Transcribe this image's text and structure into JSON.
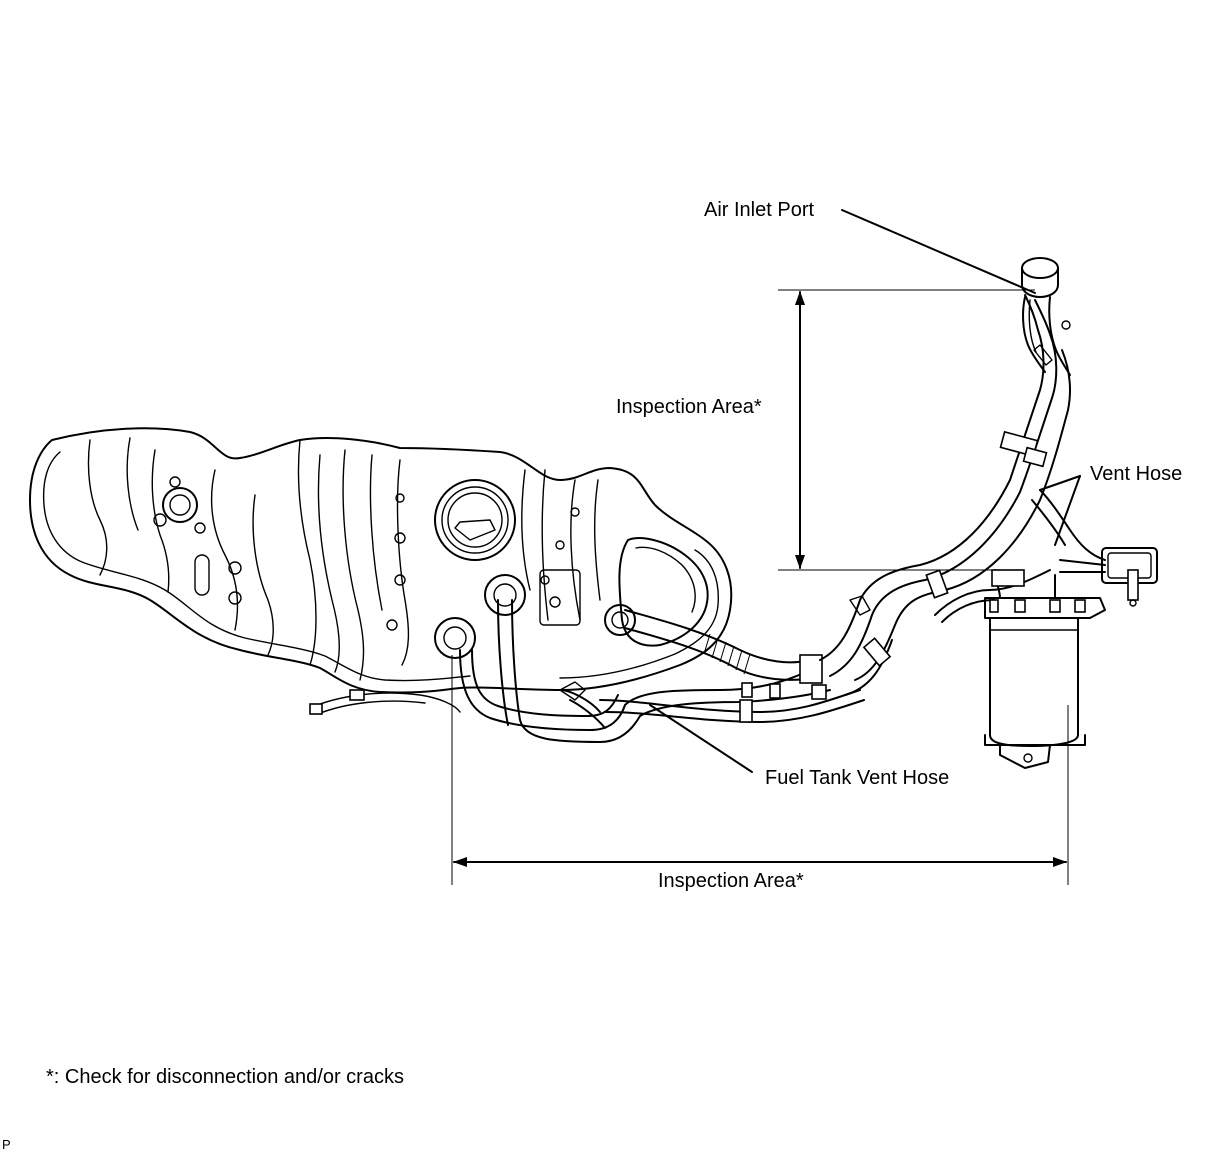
{
  "labels": {
    "air_inlet_port": "Air Inlet Port",
    "inspection_area_vertical": "Inspection Area*",
    "vent_hose": "Vent Hose",
    "fuel_tank_vent_hose": "Fuel Tank Vent Hose",
    "inspection_area_horizontal": "Inspection Area*"
  },
  "footnote": "*: Check for disconnection and/or cracks",
  "corner_mark": "P",
  "icons": [
    "fuel-tank-drawing",
    "charcoal-canister-drawing",
    "air-inlet-port-drawing",
    "vent-hose-drawing",
    "fuel-tank-vent-hose-drawing",
    "dimension-arrow-vertical",
    "dimension-arrow-horizontal"
  ]
}
